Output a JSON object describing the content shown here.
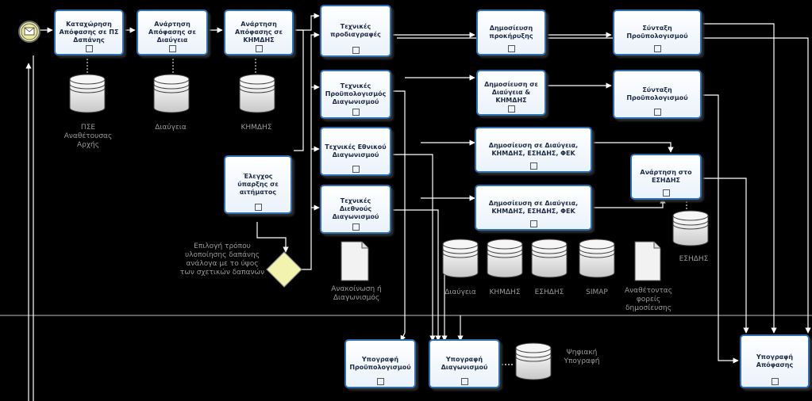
{
  "tasks": {
    "t1": "Καταχώρηση Απόφασης σε ΠΣ Δαπάνης",
    "t2": "Ανάρτηση Απόφασης σε Διαύγεια",
    "t3": "Ανάρτηση Απόφασης σε ΚΗΜΔΗΣ",
    "t4": "Έλεγχος ύπαρξης σε αιτήματος",
    "t5": "Τεχνικές προδιαγραφές",
    "t6": "Τεχνικές Προϋπολογισμός Διαγωνισμού",
    "t7": "Τεχνικές Εθνικού Διαγωνισμού",
    "t8": "Τεχνικές Διεθνούς Διαγωνισμού",
    "t9": "Δημοσίευση προκήρυξης",
    "t10": "Δημοσίευση σε Διαύγεια & ΚΗΜΔΗΣ",
    "t11": "Δημοσίευση σε Διαύγεια, ΚΗΜΔΗΣ, ΕΣΗΔΗΣ, ΦΕΚ",
    "t12": "Δημοσίευση σε Διαύγεια, ΚΗΜΔΗΣ, ΕΣΗΔΗΣ, ΦΕΚ",
    "t13": "Σύνταξη Προϋπολογισμού",
    "t14": "Σύνταξη Προϋπολογισμού",
    "t15": "Ανάρτηση στο ΕΣΗΔΗΣ",
    "t16": "Υπογραφή Προϋπολογισμού",
    "t17": "Υπογραφή Διαγωνισμού",
    "t18": "Υπογραφή Απόφασης"
  },
  "labels": {
    "pse_store": "ΠΣΕ Αναθέτουσας Αρχής",
    "diavgeia1": "Διαύγεια",
    "kimdis1": "ΚΗΜΔΗΣ",
    "gateway_note": "Επιλογή τρόπου υλοποίησης δαπάνης ανάλογα με το ύψος των σχετικών δαπανών",
    "doc1": "Ανακοίνωση ή Διαγωνισμός",
    "diavgeia2": "Διαύγεια",
    "kimdis2": "ΚΗΜΔΗΣ",
    "esidis1": "ΕΣΗΔΗΣ",
    "simap": "SIMAP",
    "doc2": "Αναθέτοντας φορείς δημοσίευσης",
    "esidis2": "ΕΣΗΔΗΣ",
    "digital_sign": "Ψηφιακή Υπογραφή"
  },
  "colors": {
    "task_border": "#2d6fb0",
    "gateway": "#f3f3b0",
    "line": "#ffffff",
    "label": "#9a9a9a"
  }
}
